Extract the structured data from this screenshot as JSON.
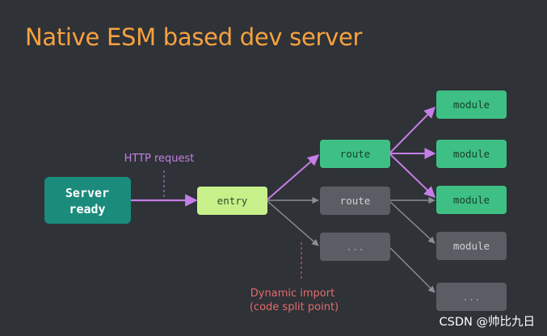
{
  "title": "Native ESM based dev server",
  "server_label_line1": "Server",
  "server_label_line2": "ready",
  "http_request_label": "HTTP request",
  "entry_label": "entry",
  "route_active_label": "route",
  "route_inactive_label": "route",
  "placeholder_middle_label": "...",
  "modules": {
    "module_1": "module",
    "module_2": "module",
    "module_3": "module",
    "module_4": "module",
    "placeholder_right": "..."
  },
  "dynamic_import_line1": "Dynamic import",
  "dynamic_import_line2": "(code split point)",
  "watermark": "CSDN @帅比九日",
  "colors": {
    "background": "#2f3237",
    "title": "#f7a23f",
    "server_fill": "#1b8b7c",
    "entry_fill": "#c8f08a",
    "active_fill": "#3ec085",
    "inactive_fill": "#5a5d63",
    "active_arrow": "#c57ee6",
    "inactive_arrow": "#8b8f95",
    "dynamic_text": "#e36b6b",
    "http_text": "#c57ee6"
  }
}
